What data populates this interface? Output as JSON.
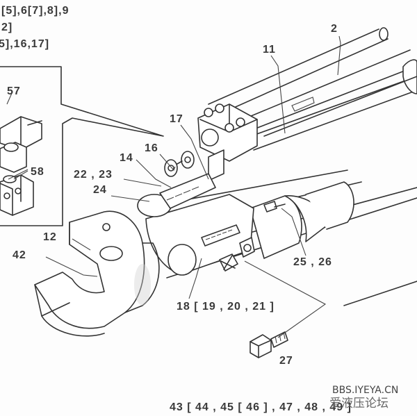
{
  "header_lines": {
    "line1": "[5],6[7],8],9",
    "line2": "2]",
    "line3": "5],16,17]"
  },
  "callouts": {
    "c2": "2",
    "c11": "11",
    "c57": "57",
    "c17": "17",
    "c16": "16",
    "c14": "14",
    "c58": "58",
    "c22_23": "22 , 23",
    "c24": "24",
    "c12": "12",
    "c42": "42",
    "c25_26": "25 , 26",
    "c18": "18 [ 19 , 20 , 21 ]",
    "c27": "27",
    "c43": "43 [ 44 , 45 [ 46 ] , 47 , 48 , 49 ]"
  },
  "watermark": {
    "url": "BBS.IYEYA.CN",
    "name": "爱液压论坛"
  }
}
